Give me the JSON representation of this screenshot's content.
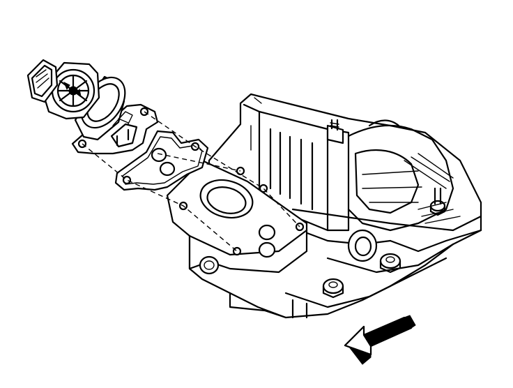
{
  "diagram": {
    "components": [
      {
        "id": "egr-valve",
        "icon": "egr-valve-icon"
      },
      {
        "id": "egr-gasket",
        "icon": "gasket-icon"
      },
      {
        "id": "intake-manifold",
        "icon": "manifold-icon"
      },
      {
        "id": "mounting-bolts",
        "icon": "bolt-icon"
      },
      {
        "id": "direction-arrow",
        "icon": "arrow-icon"
      }
    ],
    "colors": {
      "line": "#000000",
      "background": "#ffffff"
    }
  }
}
